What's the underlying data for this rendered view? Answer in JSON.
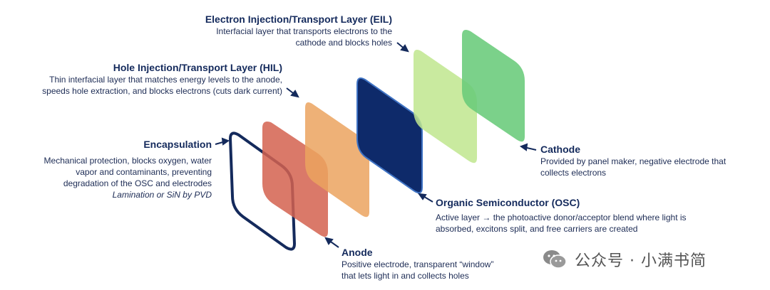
{
  "layers": {
    "eil": {
      "title": "Electron Injection/Transport Layer (EIL)",
      "desc": [
        "Interfacial layer that transports electrons to the",
        "cathode and blocks holes"
      ]
    },
    "hil": {
      "title": "Hole Injection/Transport Layer (HIL)",
      "desc": [
        "Thin interfacial layer that matches energy levels to the anode,",
        "speeds hole extraction, and blocks electrons (cuts dark current)"
      ]
    },
    "encapsulation": {
      "title": "Encapsulation",
      "desc": [
        "Mechanical protection, blocks oxygen, water",
        "vapor and contaminants, preventing",
        "degradation of the OSC and electrodes"
      ],
      "note": "Lamination or SiN by PVD"
    },
    "cathode": {
      "title": "Cathode",
      "desc": [
        "Provided by panel maker, negative electrode that",
        "collects electrons"
      ]
    },
    "osc": {
      "title": "Organic Semiconductor (OSC)",
      "desc": [
        "Active layer → the photoactive donor/acceptor blend where light is",
        "absorbed, excitons split, and free carriers are created"
      ]
    },
    "anode": {
      "title": "Anode",
      "desc": [
        "Positive electrode, transparent “window”",
        "that lets light in and collects holes"
      ]
    }
  },
  "colors": {
    "navy": "#142a5c",
    "anode": "#d4624f",
    "hil": "#eba35f",
    "osc": "#0e2a6a",
    "eil": "#bfe68e",
    "cathode": "#69cb7a"
  },
  "watermark": {
    "icon": "wechat-icon",
    "text": "公众号 · 小满书简"
  }
}
